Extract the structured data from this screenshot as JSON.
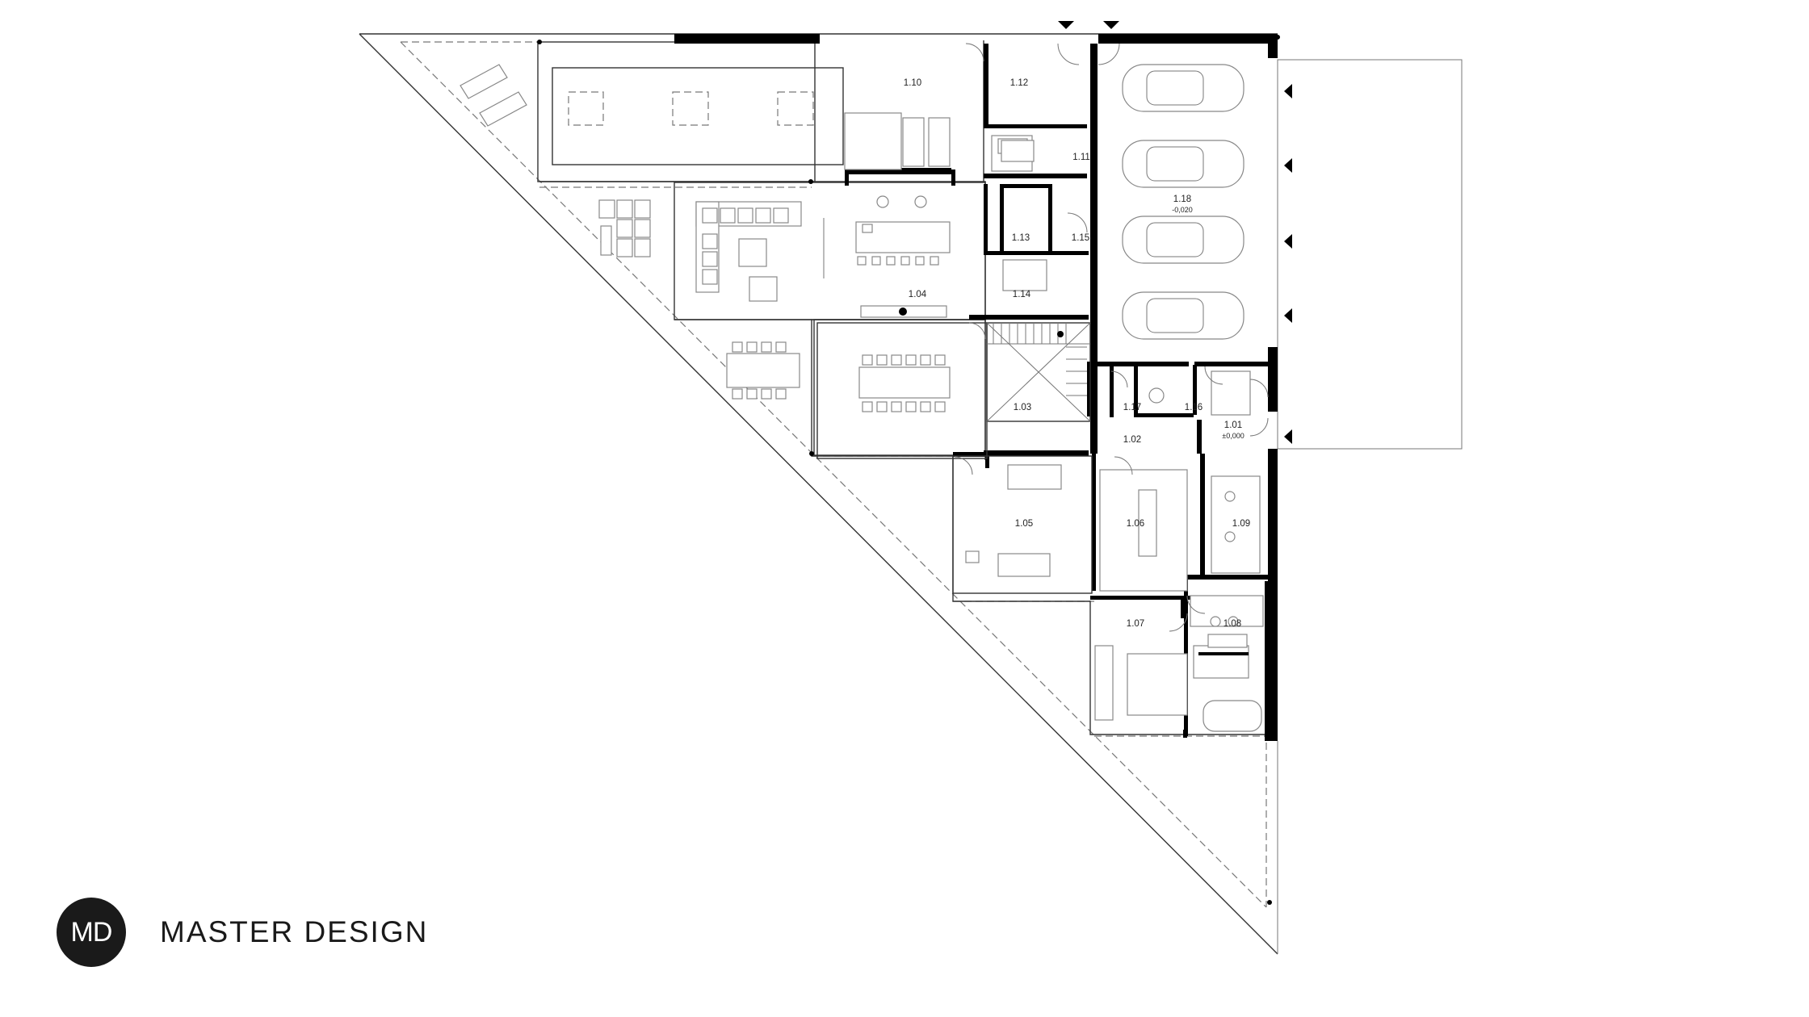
{
  "brand": {
    "logo_text": "MD",
    "name": "MASTER DESIGN"
  },
  "rooms": {
    "r101": "1.01",
    "r101_level": "±0,000",
    "r102": "1.02",
    "r103": "1.03",
    "r104": "1.04",
    "r105": "1.05",
    "r106": "1.06",
    "r107": "1.07",
    "r108": "1.08",
    "r109": "1.09",
    "r110": "1.10",
    "r111": "1.11",
    "r112": "1.12",
    "r113": "1.13",
    "r114": "1.14",
    "r115": "1.15",
    "r116": "1.16",
    "r117": "1.17",
    "r118": "1.18",
    "r118_level": "-0,020"
  },
  "garage": {
    "parked_cars": 4
  },
  "entrance_markers": 7
}
